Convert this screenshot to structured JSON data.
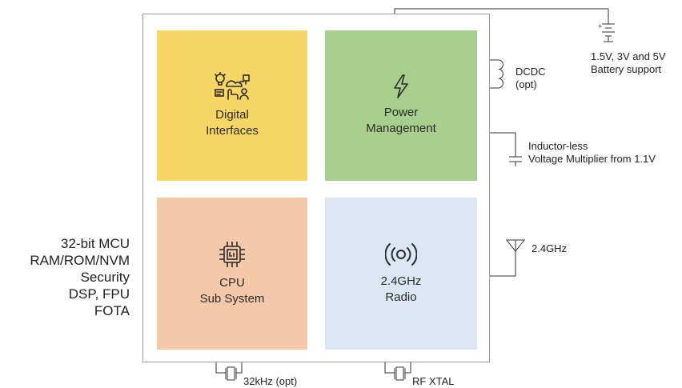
{
  "blocks": {
    "digital": {
      "line1": "Digital",
      "line2": "Interfaces",
      "color": "#f6d665",
      "icon": "digital-interfaces-icon"
    },
    "power": {
      "line1": "Power",
      "line2": "Management",
      "color": "#a7ce8c",
      "icon": "lightning-bolt-icon"
    },
    "cpu": {
      "line1": "CPU",
      "line2": "Sub System",
      "color": "#f3c9a9",
      "icon": "processor-chip-icon"
    },
    "radio": {
      "line1": "2.4GHz",
      "line2": "Radio",
      "color": "#dce6f3",
      "icon": "wireless-signal-icon"
    }
  },
  "external": {
    "battery": {
      "line1": "1.5V, 3V and 5V",
      "line2": "Battery support"
    },
    "dcdc": {
      "line1": "DCDC",
      "line2": "(opt)"
    },
    "capacitor": {
      "line1": "Inductor-less",
      "line2": "Voltage Multiplier from 1.1V"
    },
    "antenna": {
      "label": "2.4GHz"
    },
    "xtal_32k": {
      "label": "32kHz (opt)"
    },
    "xtal_rf": {
      "label": "RF XTAL"
    }
  },
  "mcu_features": [
    "32-bit MCU",
    "RAM/ROM/NVM",
    "Security",
    "DSP, FPU",
    "FOTA"
  ]
}
